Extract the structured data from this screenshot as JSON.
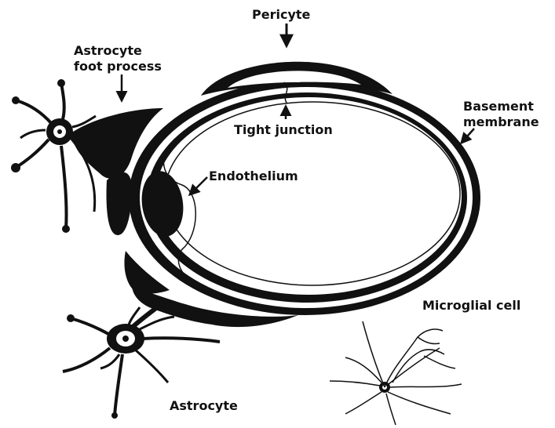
{
  "diagram": {
    "labels": {
      "pericyte": "Pericyte",
      "astrocyte_foot_process_line1": "Astrocyte",
      "astrocyte_foot_process_line2": "foot process",
      "basement_membrane_line1": "Basement",
      "basement_membrane_line2": "membrane",
      "tight_junction": "Tight junction",
      "endothelium": "Endothelium",
      "microglial_cell": "Microglial cell",
      "astrocyte": "Astrocyte"
    },
    "colors": {
      "ink": "#111111",
      "background": "#ffffff"
    }
  }
}
